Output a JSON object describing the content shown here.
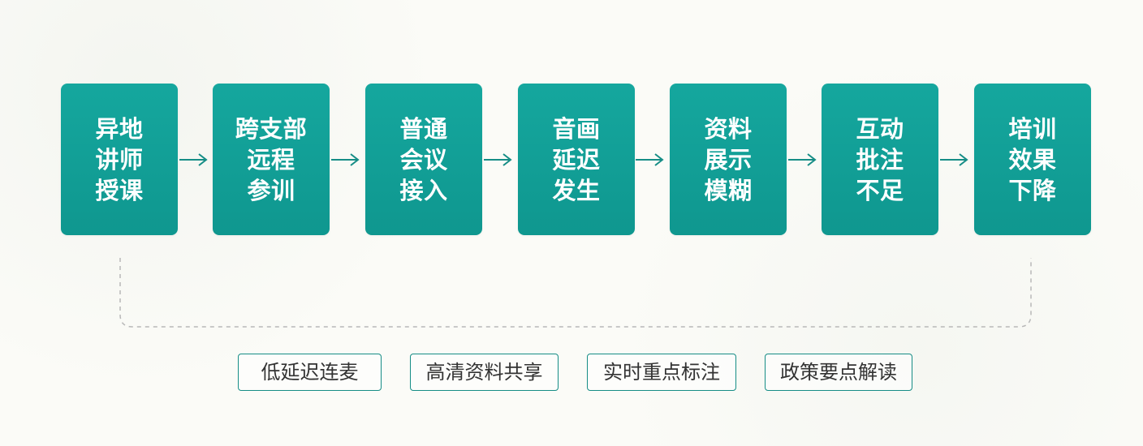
{
  "diagram": {
    "steps": [
      {
        "label": "异地\n讲师\n授课"
      },
      {
        "label": "跨支部\n远程\n参训"
      },
      {
        "label": "普通\n会议\n接入"
      },
      {
        "label": "音画\n延迟\n发生"
      },
      {
        "label": "资料\n展示\n模糊"
      },
      {
        "label": "互动\n批注\n不足"
      },
      {
        "label": "培训\n效果\n下降"
      }
    ],
    "solutions": [
      {
        "label": "低延迟连麦"
      },
      {
        "label": "高清资料共享"
      },
      {
        "label": "实时重点标注"
      },
      {
        "label": "政策要点解读"
      }
    ],
    "colors": {
      "box": "#11a098",
      "connector": "#168d86",
      "dashed_line": "#b8b8b8",
      "tag_border": "#168d86",
      "tag_text": "#333333"
    }
  }
}
